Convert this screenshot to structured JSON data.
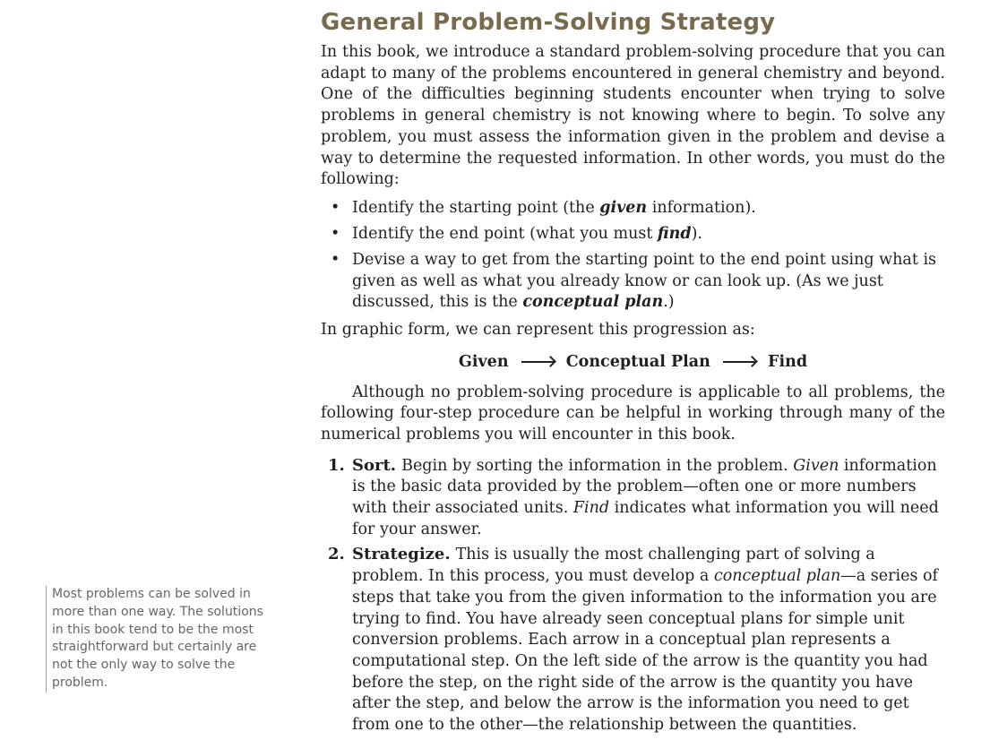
{
  "heading": "General Problem-Solving Strategy",
  "intro": "In this book, we introduce a standard problem-solving procedure that you can adapt to many of the problems encountered in general chemistry and beyond. One of the difficulties beginning students encounter when trying to solve problems in general chemistry is not knowing where to begin. To solve any problem, you must assess the information given in the problem and devise a way to determine the requested information. In other words, you must do the following:",
  "bullets": {
    "b1": {
      "pre": "Identify the starting point (the ",
      "em": "given",
      "post": " information)."
    },
    "b2": {
      "pre": "Identify the end point (what you must ",
      "em": "find",
      "post": ")."
    },
    "b3": {
      "pre": "Devise a way to get from the starting point to the end point using what is given as well as what you already know or can look up. (As we just discussed, this is the ",
      "em": "conceptual plan",
      "post": ".)"
    }
  },
  "bullet_symbol": "•",
  "graphic_intro": "In graphic form, we can represent this progression as:",
  "flow": {
    "given": "Given",
    "plan": "Conceptual Plan",
    "find": "Find"
  },
  "body2": "Although no problem-solving procedure is applicable to all problems, the following four-step procedure can be helpful in working through many of the numerical problems you will encounter in this book.",
  "steps": {
    "s1": {
      "num": "1.",
      "title": "Sort.",
      "t1": "Begin by sorting the information in the problem. ",
      "i1": "Given",
      "t2": " information is the basic data provided by the problem—often one or more numbers with their associated units. ",
      "i2": "Find",
      "t3": " indicates what information you will need for your answer."
    },
    "s2": {
      "num": "2.",
      "title": "Strategize.",
      "t1": "This is usually the most challenging part of solving a problem. In this process, you must develop a ",
      "i1": "conceptual plan",
      "t2": "—a series of steps that take you from the given information to the information you are trying to find. You have already seen conceptual plans for simple unit conversion problems. Each arrow in a conceptual plan represents a computational step. On the left side of the arrow is the quantity you had before the step, on the right side of the arrow is the quantity you have after the step, and below the arrow is the information you need to get from one to the other—the relationship between the quantities."
    }
  },
  "sidenote": "Most problems can be solved in more than one way. The solutions in this book tend to be the most straightforward but certainly are not the only way to solve the problem.",
  "colors": {
    "heading": "#7a6a4d",
    "sidenote_rule": "#5fb8c2",
    "sidenote_text": "#666666"
  }
}
